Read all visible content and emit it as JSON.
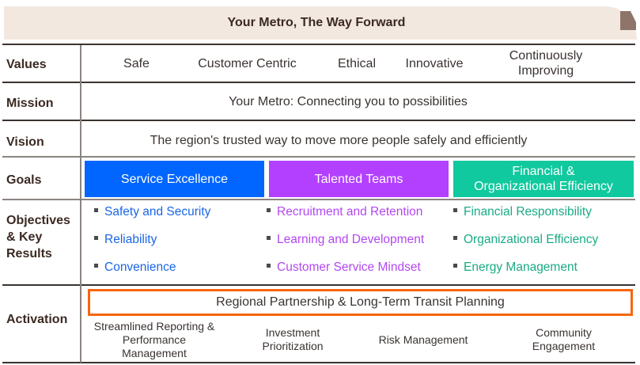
{
  "banner": {
    "title": "Your Metro, The Way Forward",
    "colors": {
      "background": "#f3e8e0",
      "window": "#8f7569"
    },
    "icon": "train-front-icon"
  },
  "rows": {
    "values": {
      "label": "Values",
      "items": [
        "Safe",
        "Customer Centric",
        "Ethical",
        "Innovative",
        "Continuously Improving"
      ]
    },
    "mission": {
      "label": "Mission",
      "text": "Your Metro: Connecting you to possibilities"
    },
    "vision": {
      "label": "Vision",
      "text": "The region's trusted way to move more people safely and efficiently"
    },
    "goals": {
      "label": "Goals",
      "items": [
        {
          "label": "Service Excellence",
          "color": "#0066ff"
        },
        {
          "label": "Talented Teams",
          "color": "#b340ff"
        },
        {
          "label": "Financial & Organizational Efficiency",
          "line1": "Financial &",
          "line2": "Organizational Efficiency",
          "color": "#10c99e"
        }
      ]
    },
    "objectives": {
      "label_line1": "Objectives",
      "label_line2": "& Key",
      "label_line3": "Results",
      "columns": [
        {
          "color": "#1a66e6",
          "items": [
            "Safety and Security",
            "Reliability",
            "Convenience"
          ]
        },
        {
          "color": "#b347f0",
          "items": [
            "Recruitment and Retention",
            "Learning and Development",
            "Customer Service Mindset"
          ]
        },
        {
          "color": "#1aaa85",
          "items": [
            "Financial Responsibility",
            "Organizational Efficiency",
            "Energy Management"
          ]
        }
      ]
    },
    "activation": {
      "label": "Activation",
      "highlight": "Regional Partnership & Long-Term Transit Planning",
      "highlight_border_color": "#f7650f",
      "items": [
        {
          "line1": "Streamlined Reporting &",
          "line2": "Performance",
          "line3": "Management"
        },
        {
          "line1": "Investment",
          "line2": "Prioritization"
        },
        {
          "line1": "Risk Management"
        },
        {
          "line1": "Community",
          "line2": "Engagement"
        }
      ]
    }
  }
}
